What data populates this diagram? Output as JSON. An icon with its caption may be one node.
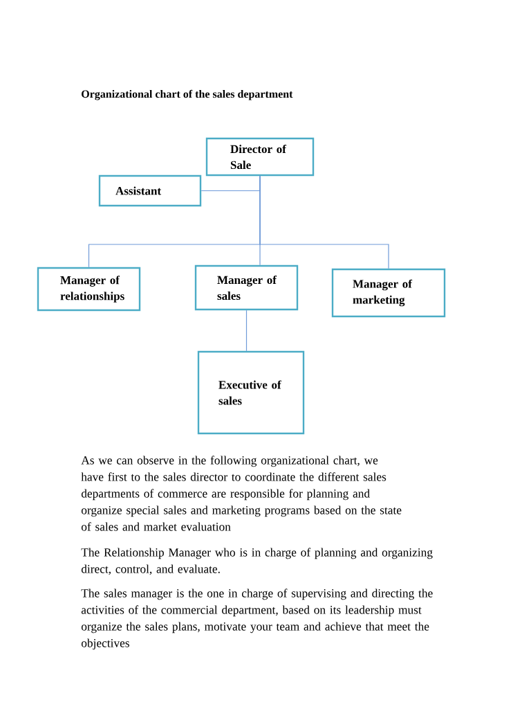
{
  "diagram": {
    "title": "Organizational chart of the sales department",
    "nodes": [
      {
        "text": [
          "Director of Sale"
        ]
      },
      {
        "text": [
          "Assistant"
        ]
      },
      {
        "text": [
          "Manager of relationships"
        ]
      },
      {
        "text": [
          "Manager of sales"
        ]
      },
      {
        "text": [
          "Manager of marketing"
        ]
      },
      {
        "text": [
          "Executive of sales"
        ]
      }
    ],
    "edges": [
      {
        "from": 0,
        "to": 1,
        "arrow": "none"
      },
      {
        "from": 0,
        "to": 2,
        "arrow": "none"
      },
      {
        "from": 0,
        "to": 3,
        "arrow": "none"
      },
      {
        "from": 0,
        "to": 4,
        "arrow": "none"
      },
      {
        "from": 3,
        "to": 5,
        "arrow": "none"
      }
    ],
    "labels": [
      "As we can observe in the following organizational chart, we have first to the sales director to coordinate the different sales departments of commerce are responsible for planning and organize special sales and marketing programs based on the state of sales and market evaluation",
      "The Relationship Manager who is in charge of planning and organizing direct, control, and evaluate.",
      "The sales manager is the one in charge of supervising and directing the activities of the commercial department, based on its leadership must organize the sales plans, motivate your team and achieve that meet the objectives"
    ]
  }
}
